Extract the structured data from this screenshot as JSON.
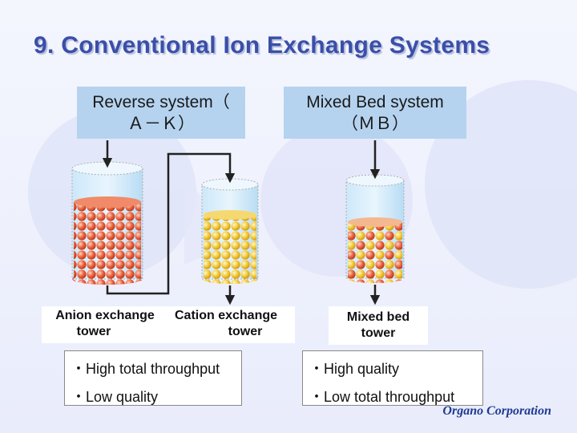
{
  "title": "9.  Conventional Ion Exchange Systems",
  "reverse_system": {
    "line1": "Reverse system（",
    "line2": "Ａ－Ｋ）"
  },
  "mixed_bed_system": {
    "line1": "Mixed Bed system",
    "line2": "（ＭＢ）"
  },
  "labels": {
    "anion": {
      "line1": "Anion exchange",
      "line2": "tower"
    },
    "cation": {
      "line1": "Cation exchange",
      "line2": "tower"
    },
    "mixed": {
      "line1": "Mixed bed",
      "line2": "tower"
    }
  },
  "reverse_props": [
    "・High total throughput",
    "・Low quality"
  ],
  "mixed_props": [
    "・High quality",
    "・Low total throughput"
  ],
  "brand": "Organo Corporation",
  "colors": {
    "title": "#3a4fa8",
    "header_bg": "#b5d3ef",
    "anion_resin": "#e8603c",
    "cation_resin": "#f2c63a",
    "water": "#bfe0f7"
  }
}
